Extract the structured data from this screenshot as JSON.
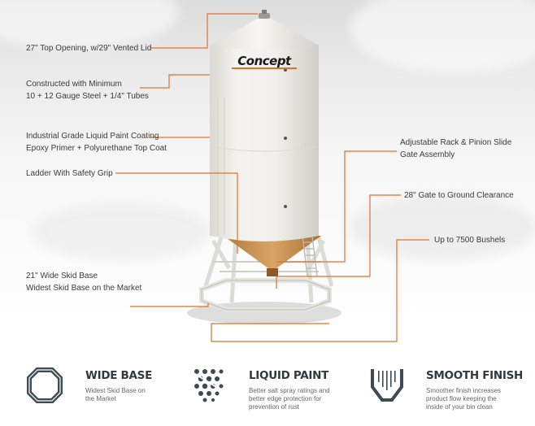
{
  "brand": {
    "logo_text": "Concept"
  },
  "colors": {
    "accent": "#e0712c",
    "bin_body": "#efeee9",
    "icon_dark": "#3d4b53"
  },
  "callouts": {
    "top_opening": [
      "27\" Top Opening, w/29\" Vented Lid"
    ],
    "construction": [
      "Constructed with Minimum",
      "10 + 12 Gauge Steel + 1/4\" Tubes"
    ],
    "paint": [
      "Industrial Grade Liquid Paint Coating",
      "Epoxy Primer + Polyurethane Top Coat"
    ],
    "ladder": [
      "Ladder With Safety Grip"
    ],
    "skid_base": [
      "21\" Wide Skid Base",
      "Widest Skid Base on the Market"
    ],
    "slide_gate": [
      "Adjustable Rack & Pinion Slide",
      "Gate Assembly"
    ],
    "clearance": [
      "28\" Gate to Ground Clearance"
    ],
    "capacity": [
      "Up to 7500 Bushels"
    ]
  },
  "features": [
    {
      "title": "WIDE BASE",
      "description": [
        "Widest Skid Base on",
        "the Market"
      ],
      "icon": "octagon-base-icon"
    },
    {
      "title": "LIQUID PAINT",
      "description": [
        "Better salt spray ratings and",
        "better edge protection for",
        "prevention of rust"
      ],
      "icon": "paint-droplets-icon"
    },
    {
      "title": "SMOOTH FINISH",
      "description": [
        "Smoother finish increases",
        "product flow keeping the",
        "inside of your bin clean"
      ],
      "icon": "hopper-flow-icon"
    }
  ]
}
